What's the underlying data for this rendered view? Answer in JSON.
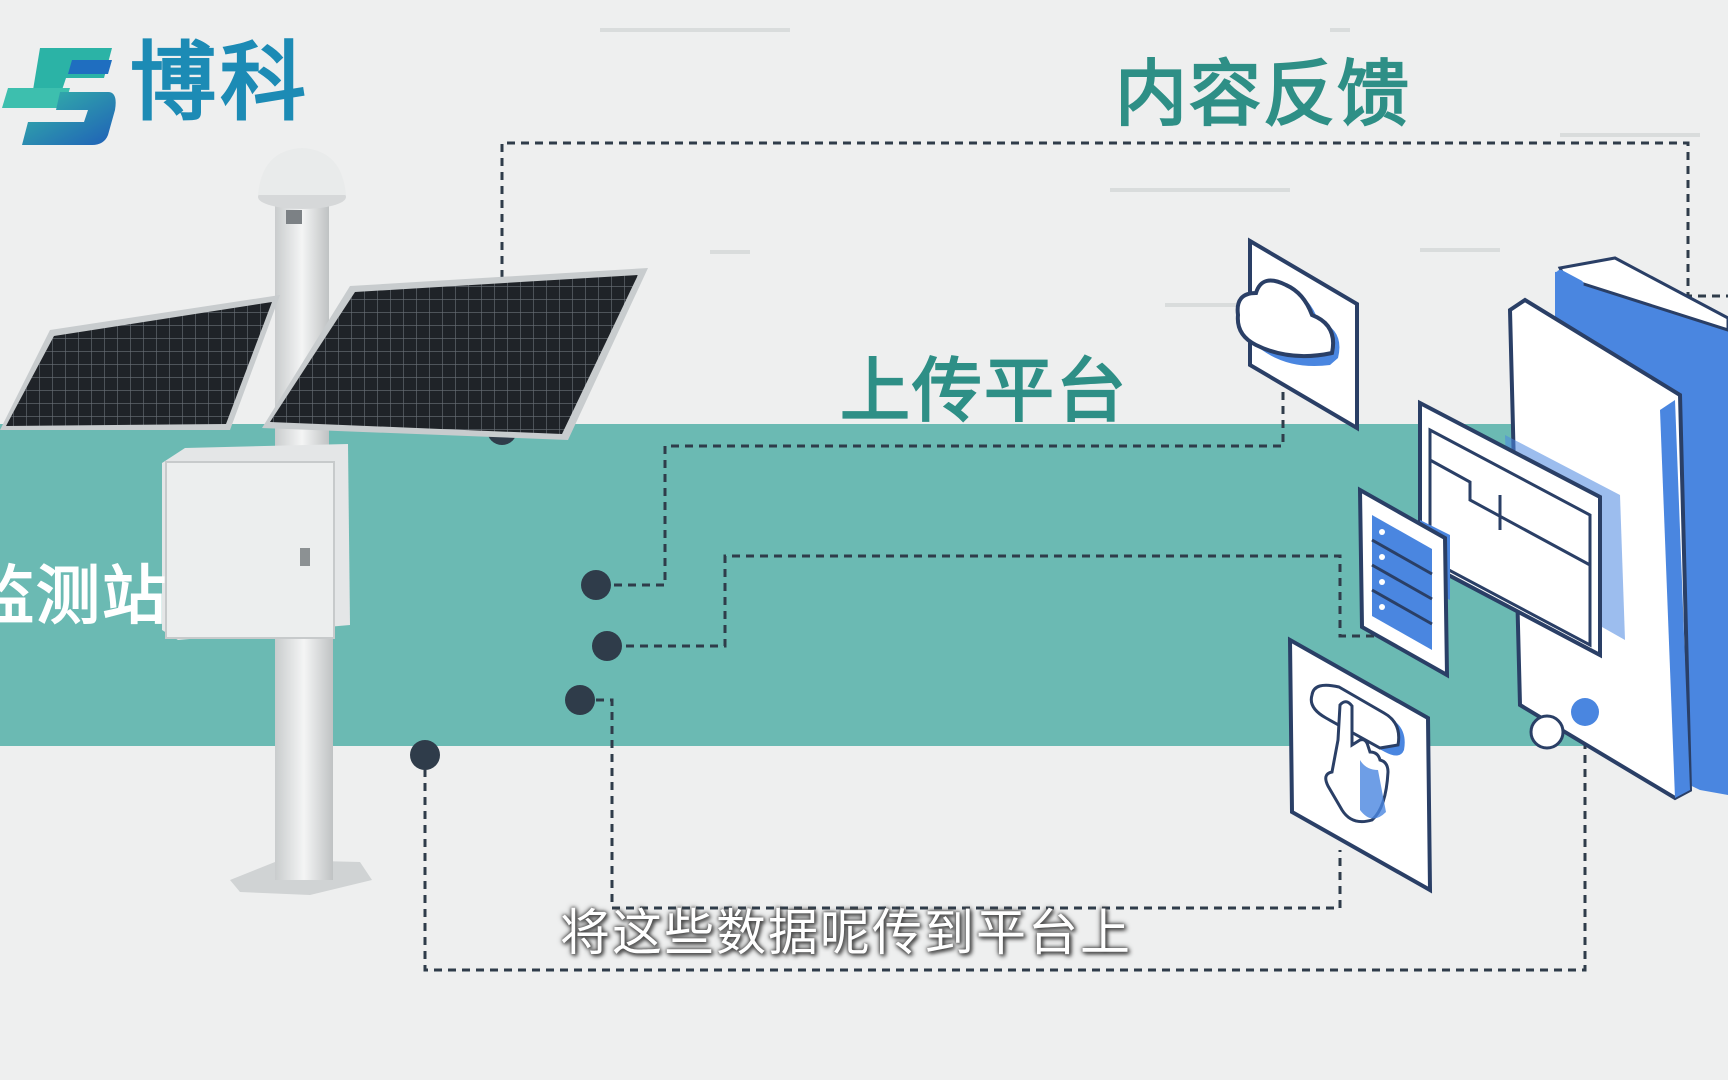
{
  "brand": {
    "logo_icon": "bk-logo-icon",
    "name": "博科"
  },
  "titles": {
    "feedback": "内容反馈",
    "upload": "上传平台"
  },
  "station_label": "监测站",
  "subtitle": "将这些数据呢传到平台上",
  "icons": [
    "cloud-icon",
    "server-icon",
    "touch-icon",
    "dashboard-icon",
    "phone-icon",
    "solar-station-icon"
  ],
  "colors": {
    "band": "#6bbab3",
    "title": "#2e8f86",
    "logo": "#1c8bb5",
    "dot": "#2f3c4a",
    "accent_blue": "#4a86e0"
  }
}
